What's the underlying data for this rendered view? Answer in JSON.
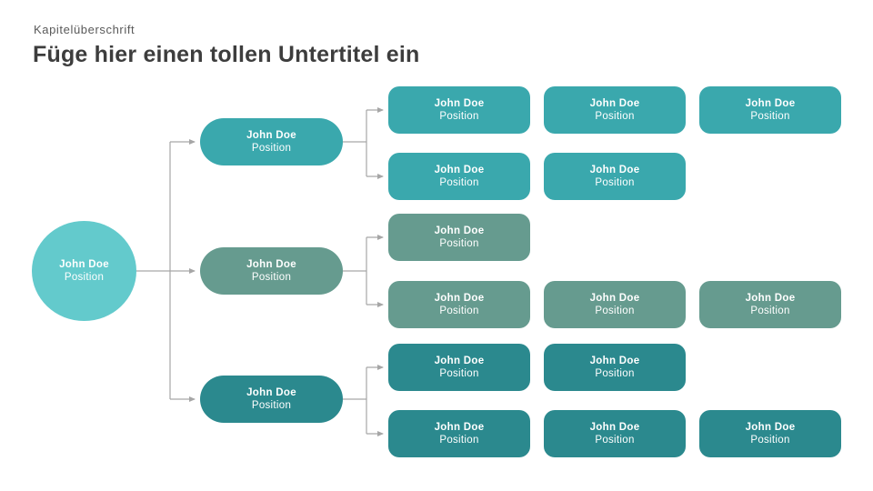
{
  "slide": {
    "kicker": "Kapitelüberschrift",
    "title": "Füge hier einen tollen Untertitel ein"
  },
  "palette": {
    "root_circle": "#63CACC",
    "group1_teal": "#3AA8AD",
    "group2_sage": "#669B8F",
    "group3_dark_teal": "#2B898E",
    "connector_gray": "#A6A6A6",
    "title_text": "#3D3D3D",
    "kicker_text": "#595959"
  },
  "org_chart": {
    "root": {
      "name": "John Doe",
      "position": "Position"
    },
    "groups": [
      {
        "color": "#3AA8AD",
        "manager": {
          "name": "John Doe",
          "position": "Position"
        },
        "reports": [
          {
            "name": "John Doe",
            "position": "Position"
          },
          {
            "name": "John Doe",
            "position": "Position"
          },
          {
            "name": "John Doe",
            "position": "Position"
          },
          {
            "name": "John Doe",
            "position": "Position"
          },
          {
            "name": "John Doe",
            "position": "Position"
          }
        ]
      },
      {
        "color": "#669B8F",
        "manager": {
          "name": "John Doe",
          "position": "Position"
        },
        "reports": [
          {
            "name": "John Doe",
            "position": "Position"
          },
          {
            "name": "John Doe",
            "position": "Position"
          },
          {
            "name": "John Doe",
            "position": "Position"
          },
          {
            "name": "John Doe",
            "position": "Position"
          }
        ]
      },
      {
        "color": "#2B898E",
        "manager": {
          "name": "John Doe",
          "position": "Position"
        },
        "reports": [
          {
            "name": "John Doe",
            "position": "Position"
          },
          {
            "name": "John Doe",
            "position": "Position"
          },
          {
            "name": "John Doe",
            "position": "Position"
          },
          {
            "name": "John Doe",
            "position": "Position"
          },
          {
            "name": "John Doe",
            "position": "Position"
          }
        ]
      }
    ]
  }
}
